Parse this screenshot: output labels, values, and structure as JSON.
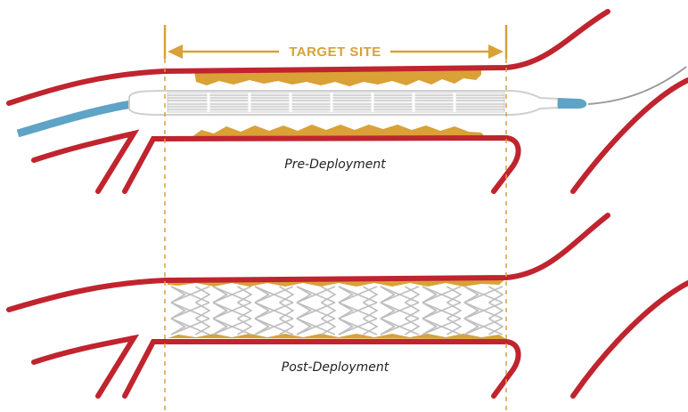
{
  "labels": {
    "target_site": "TARGET SITE",
    "pre_caption": "Pre-Deployment",
    "post_caption": "Post-Deployment"
  },
  "colors": {
    "vessel_wall": "#C0242E",
    "plaque": "#D9A136",
    "dimension": "#D9A136",
    "catheter": "#5FA3C6",
    "stent": "#BEBEBE",
    "guidewire": "#9A9A9A",
    "text": "#222222"
  }
}
